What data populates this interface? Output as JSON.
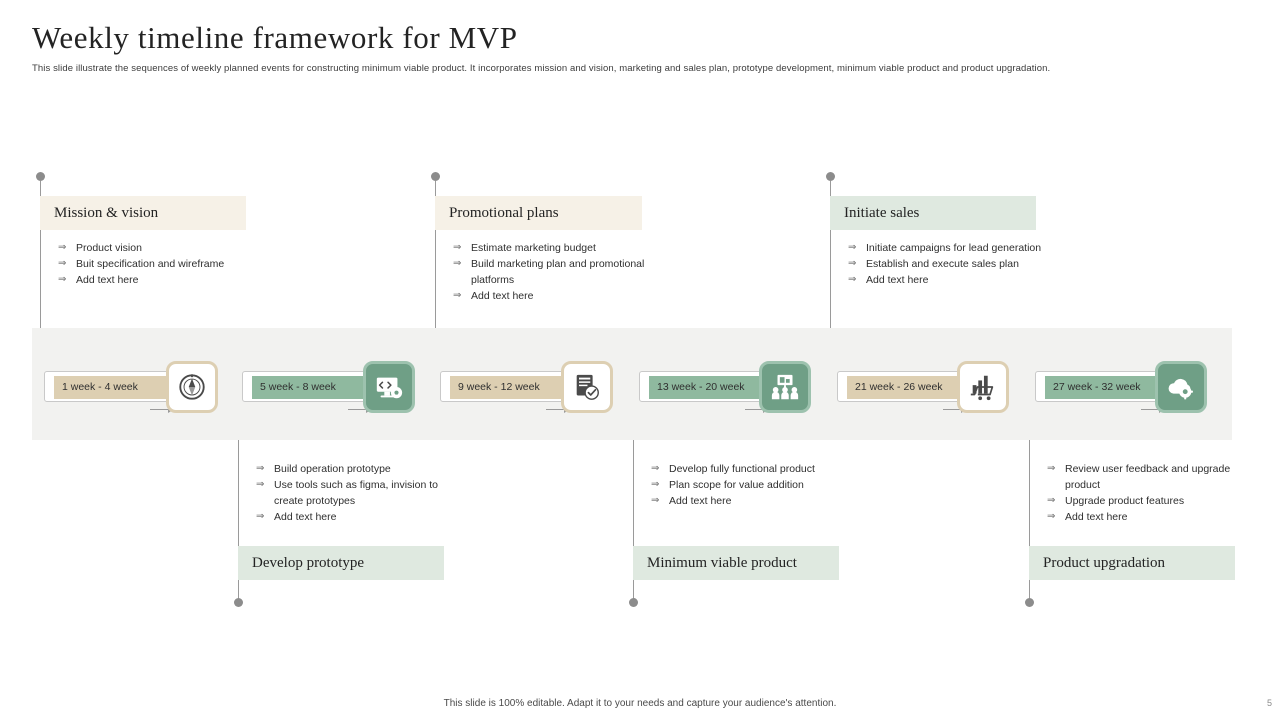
{
  "header": {
    "title": "Weekly timeline framework for MVP",
    "subtitle": "This slide illustrate the sequences of weekly planned events for constructing minimum viable product. It incorporates mission and vision, marketing and sales plan, prototype development, minimum  viable product and product upgradation."
  },
  "top_blocks": [
    {
      "title": "Mission & vision",
      "bullets": [
        "Product vision",
        "Buit specification and wireframe",
        "Add text here"
      ]
    },
    {
      "title": "Promotional plans",
      "bullets": [
        "Estimate marketing budget",
        "Build marketing plan and promotional platforms",
        "Add text here"
      ]
    },
    {
      "title": "Initiate sales",
      "bullets": [
        "Initiate campaigns for lead generation",
        "Establish and execute sales plan",
        "Add text here"
      ]
    }
  ],
  "bottom_blocks": [
    {
      "title": "Develop prototype",
      "bullets": [
        "Build operation  prototype",
        "Use tools such as figma, invision  to create prototypes",
        "Add text here"
      ]
    },
    {
      "title": "Minimum viable product",
      "bullets": [
        "Develop  fully functional product",
        "Plan scope for value addition",
        "Add text here"
      ]
    },
    {
      "title": "Product upgradation",
      "bullets": [
        "Review  user feedback and  upgrade  product",
        "Upgrade  product features",
        "Add text here"
      ]
    }
  ],
  "timeline": [
    {
      "label": "1 week - 4 week",
      "style": "beige",
      "icon": "compass-icon"
    },
    {
      "label": "5 week - 8 week",
      "style": "green",
      "icon": "code-monitor-icon"
    },
    {
      "label": "9 week - 12 week",
      "style": "beige",
      "icon": "checklist-clipboard-icon"
    },
    {
      "label": "13 week - 20 week",
      "style": "green",
      "icon": "team-presentation-icon"
    },
    {
      "label": "21 week - 26 week",
      "style": "beige",
      "icon": "shopping-cart-chart-icon"
    },
    {
      "label": "27 week - 32 week",
      "style": "green",
      "icon": "cloud-gear-icon"
    }
  ],
  "footer": {
    "note": "This slide is 100% editable. Adapt it to your needs and capture your audience's attention.",
    "page": "5"
  },
  "colors": {
    "beige_fill": "#ddcfb2",
    "green_fill": "#8fb99f",
    "green_icon_bg": "#6f9f86",
    "head_beige": "#f6f1e7",
    "head_green": "#dfe9e0",
    "band": "#f2f2f0"
  }
}
